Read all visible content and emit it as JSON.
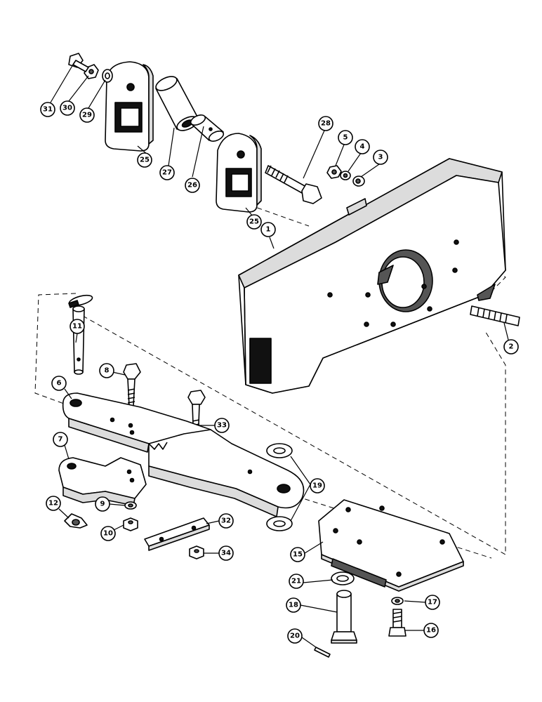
{
  "diagram": {
    "callouts": [
      "1",
      "2",
      "3",
      "4",
      "5",
      "6",
      "7",
      "8",
      "9",
      "10",
      "11",
      "12",
      "15",
      "16",
      "17",
      "18",
      "19",
      "20",
      "21",
      "25",
      "26",
      "27",
      "28",
      "29",
      "30",
      "31",
      "32",
      "33",
      "34"
    ]
  }
}
